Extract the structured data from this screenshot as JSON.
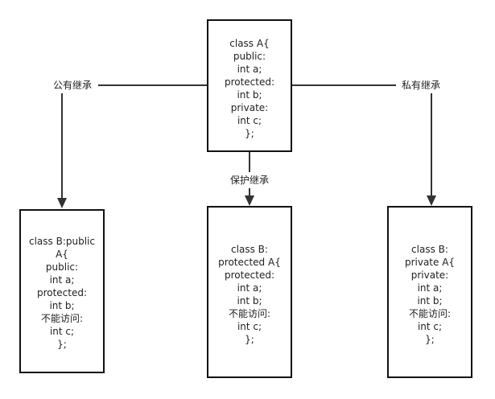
{
  "colors": {
    "line": "#333333",
    "box_border": "#111111",
    "text": "#222222",
    "background": "#ffffff"
  },
  "boxes": {
    "class_a": {
      "lines": [
        "class A{",
        "public:",
        "int a;",
        "protected:",
        "int b;",
        "private:",
        "int c;",
        "};"
      ]
    },
    "class_b_public": {
      "lines": [
        "class B:public",
        "A{",
        "public:",
        "int a;",
        "protected:",
        "int b;",
        "不能访问:",
        "int c;",
        "};"
      ]
    },
    "class_b_protected": {
      "lines": [
        "class B:",
        "protected A{",
        "protected:",
        "int a;",
        "int b;",
        "不能访问:",
        "int c;",
        "};"
      ]
    },
    "class_b_private": {
      "lines": [
        "class B:",
        "private A{",
        "private:",
        "int a;",
        "int b;",
        "不能访问:",
        "int c;",
        "};"
      ]
    }
  },
  "edges": {
    "public": {
      "label": "公有继承"
    },
    "protected": {
      "label": "保护继承"
    },
    "private": {
      "label": "私有继承"
    }
  }
}
